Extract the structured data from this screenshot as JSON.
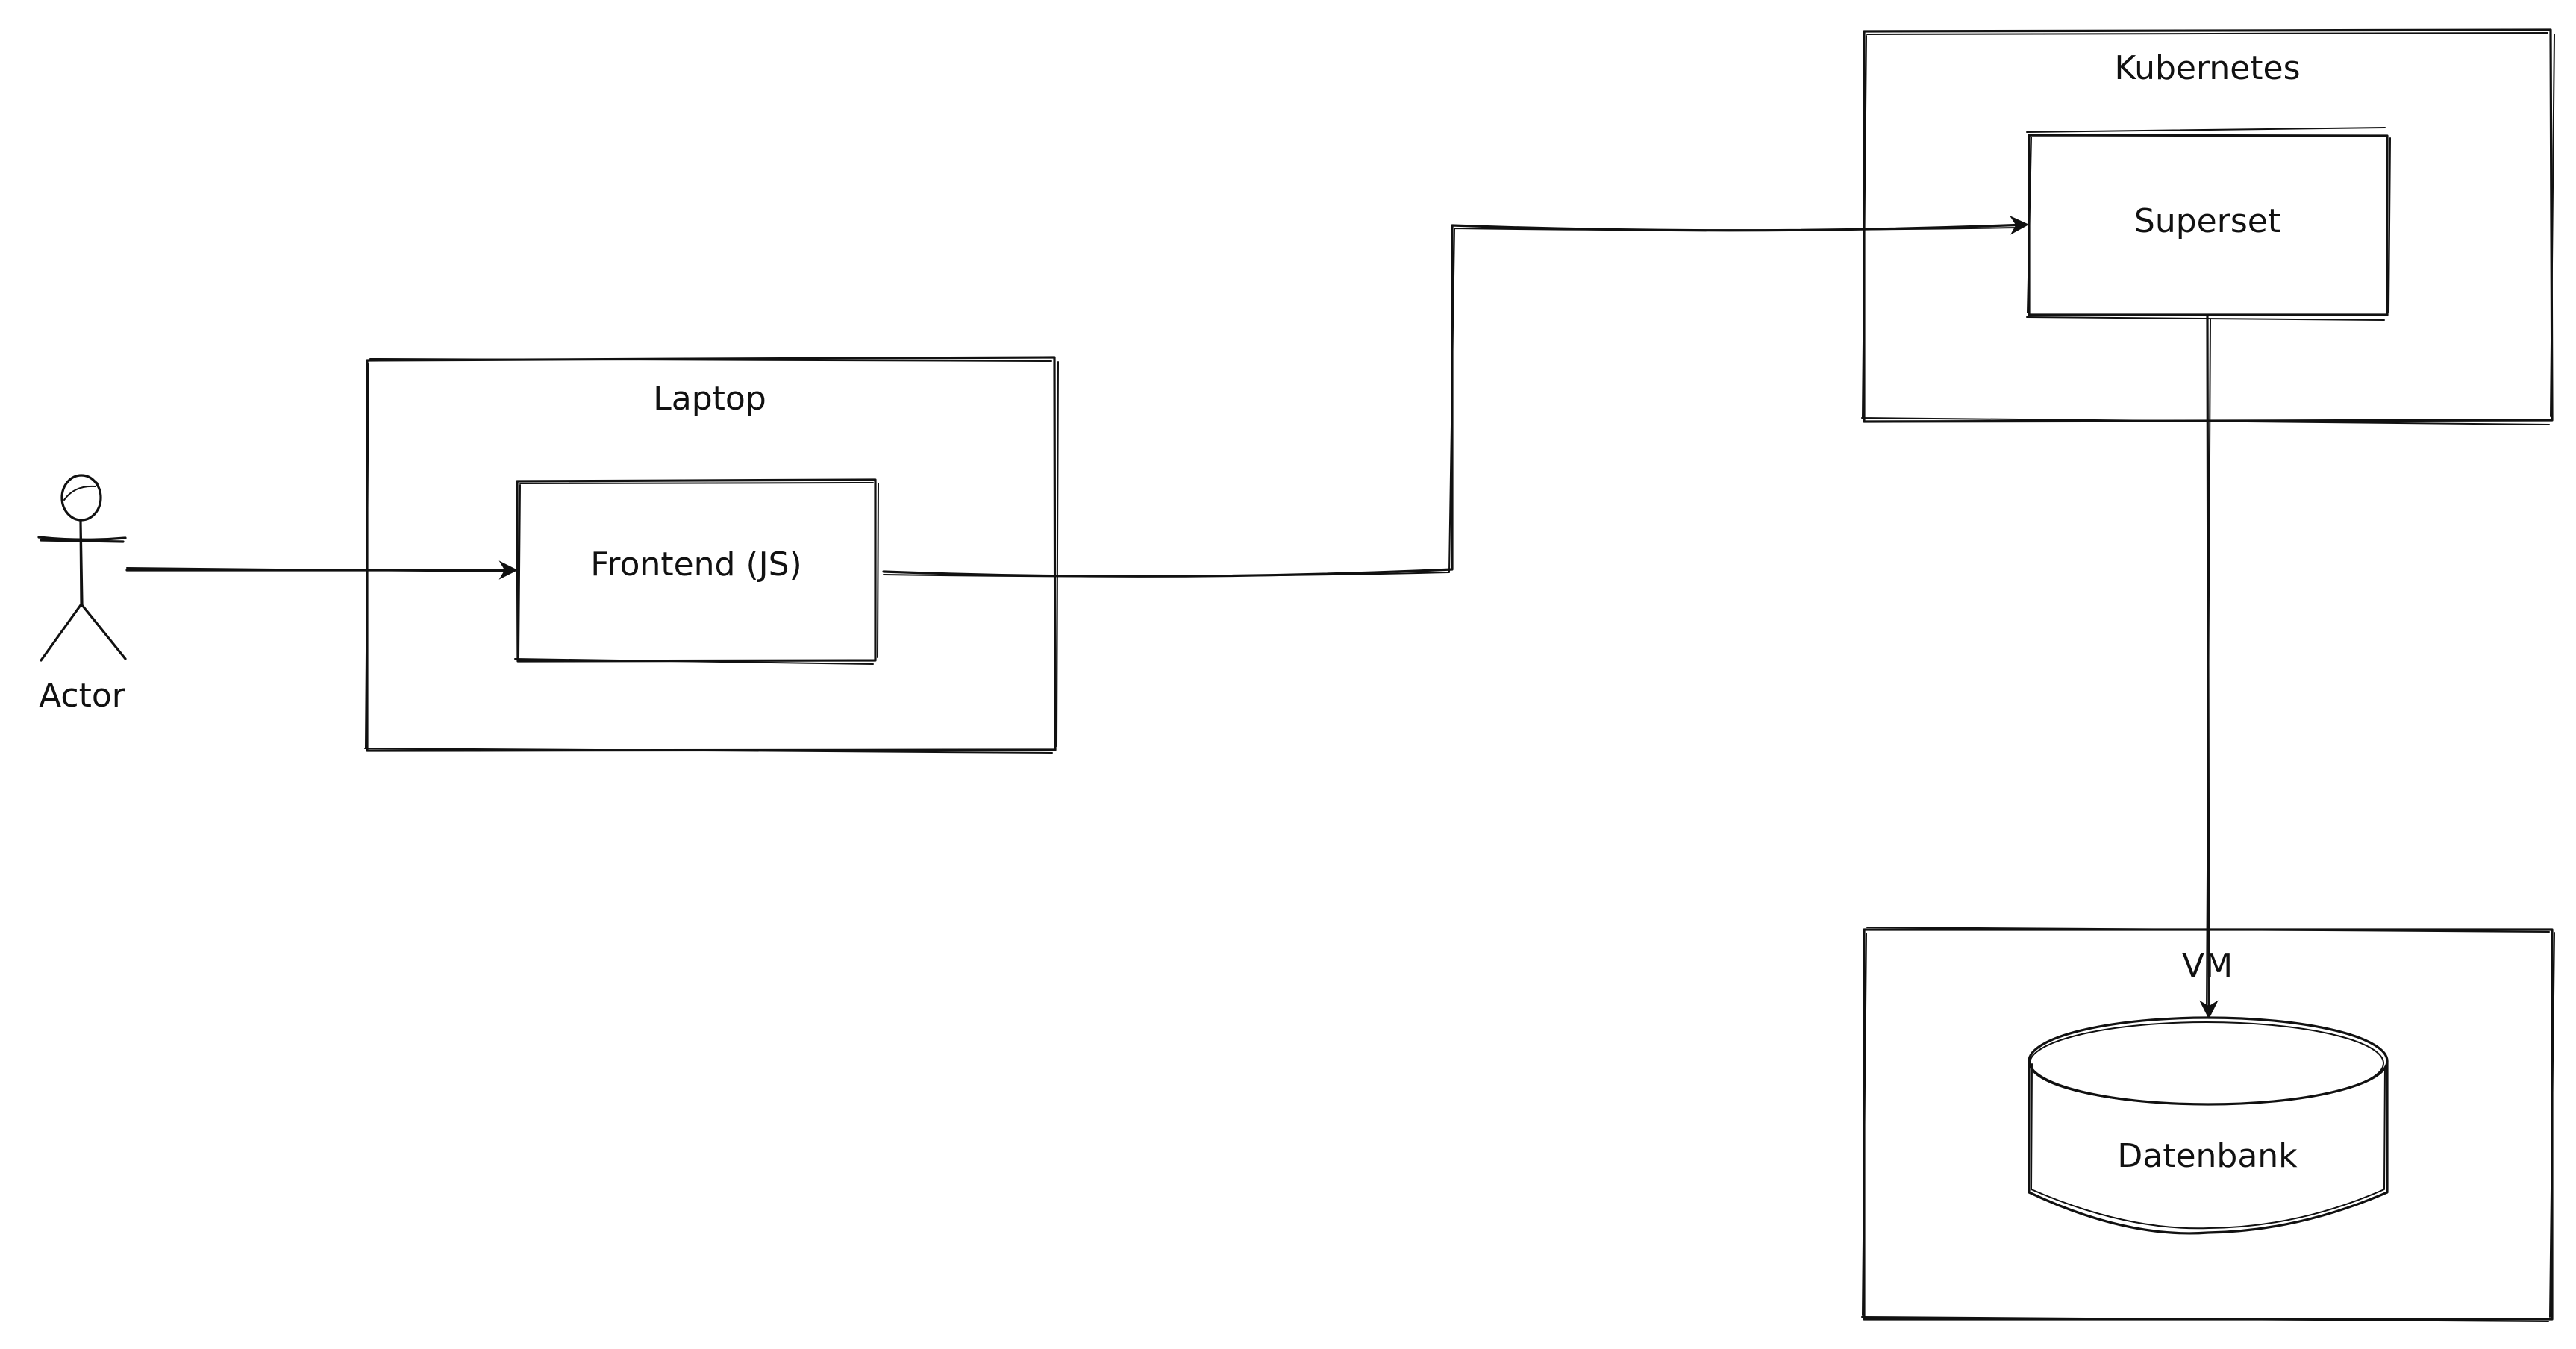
{
  "diagram": {
    "actor": {
      "label": "Actor",
      "icon": "stick-figure-icon"
    },
    "containers": {
      "laptop": {
        "title": "Laptop"
      },
      "kubernetes": {
        "title": "Kubernetes"
      },
      "vm": {
        "title": "VM"
      }
    },
    "nodes": {
      "frontend": {
        "label": "Frontend (JS)",
        "shape": "rectangle"
      },
      "superset": {
        "label": "Superset",
        "shape": "rectangle"
      },
      "database": {
        "label": "Datenbank",
        "shape": "cylinder"
      }
    },
    "edges": [
      {
        "from": "Actor",
        "to": "Frontend (JS)"
      },
      {
        "from": "Frontend (JS)",
        "to": "Superset"
      },
      {
        "from": "Superset",
        "to": "Datenbank"
      }
    ],
    "colors": {
      "stroke": "#111111",
      "background": "#ffffff"
    }
  }
}
